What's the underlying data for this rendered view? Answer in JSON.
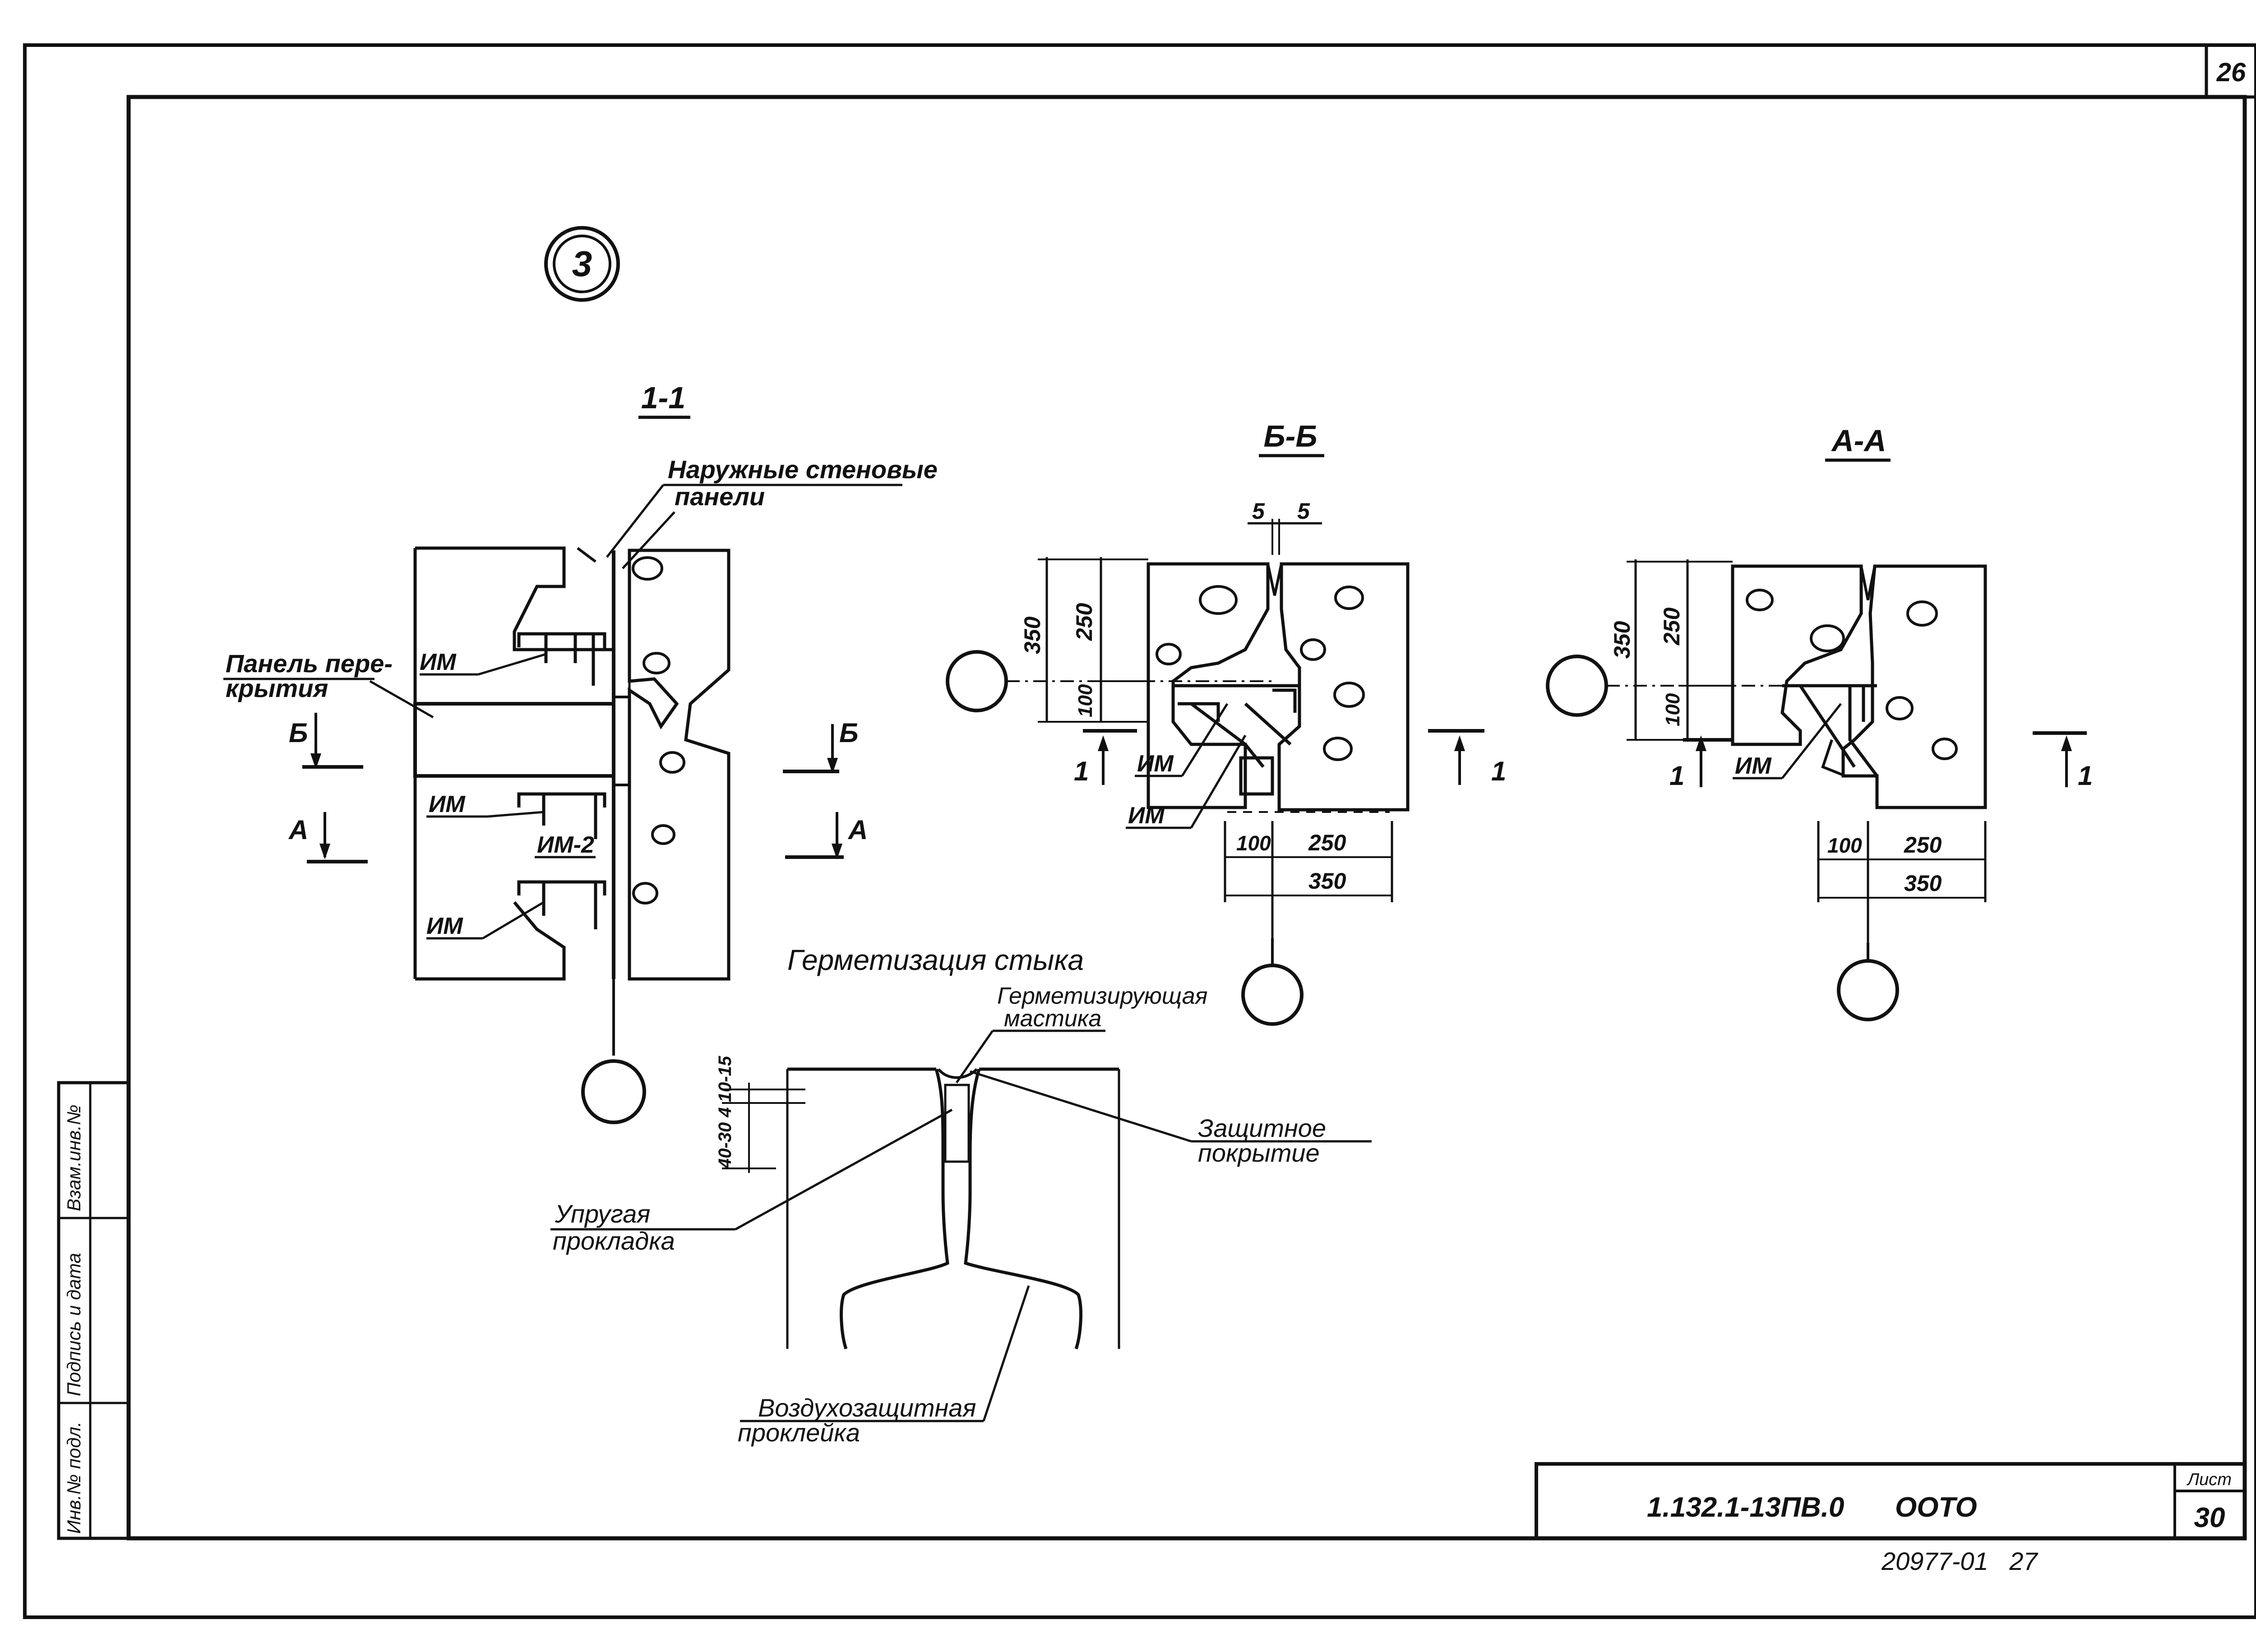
{
  "sheet": {
    "corner_number": "26",
    "detail_marker": "3",
    "list_label": "Лист",
    "list_number": "30",
    "doc_code": "1.132.1-13ПВ.0",
    "doc_suffix": "ООТО",
    "bottom_note": "20977-01   27"
  },
  "side_stamp": {
    "field1": "Инв.№ подл.",
    "field2": "Подпись и дата",
    "field3": "Взам.инв.№"
  },
  "section_11": {
    "title": "1-1",
    "outer_panels_line1": "Наружные стеновые",
    "outer_panels_line2": "панели",
    "floor_panel_line1": "Панель пере-",
    "floor_panel_line2": "крытия",
    "im1": "ИМ",
    "im2": "ИМ",
    "im3": "ИМ-2",
    "im4": "ИМ",
    "cut_b_left": "Б",
    "cut_b_right": "Б",
    "cut_a_left": "А",
    "cut_a_right": "А"
  },
  "section_bb": {
    "title": "Б-Б",
    "top_dim_a": "5",
    "top_dim_b": "5",
    "dim_350": "350",
    "dim_250": "250",
    "dim_100": "100",
    "bottom_100": "100",
    "bottom_250": "250",
    "bottom_350": "350",
    "im1": "ИМ",
    "im2": "ИМ",
    "cut_left": "1",
    "cut_right": "1"
  },
  "section_aa": {
    "title": "А-А",
    "dim_350": "350",
    "dim_250": "250",
    "dim_100": "100",
    "bottom_100": "100",
    "bottom_250": "250",
    "bottom_350": "350",
    "im": "ИМ",
    "cut_left": "1",
    "cut_right": "1"
  },
  "sealing": {
    "title": "Герметизация стыка",
    "mastic_line1": "Герметизирующая",
    "mastic_line2": "мастика",
    "protective_line1": "Защитное",
    "protective_line2": "покрытие",
    "elastic_line1": "Упругая",
    "elastic_line2": "прокладка",
    "air_line1": "Воздухозащитная",
    "air_line2": "проклейка",
    "vertical_dims": "40-30 4 10-15"
  }
}
